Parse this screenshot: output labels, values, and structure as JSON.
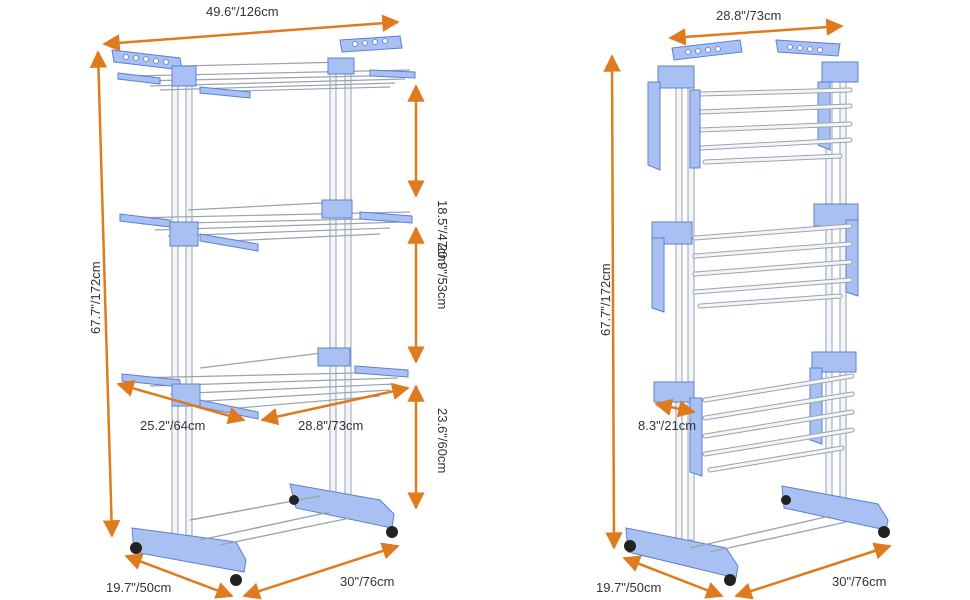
{
  "colors": {
    "frame": "#a9c1f2",
    "frame_stroke": "#5c7fd1",
    "rod": "#f3f5f8",
    "rod_stroke": "#9aa3b0",
    "arrow": "#e07a1f",
    "wheel": "#222222"
  },
  "left_view": {
    "top_width": "49.6\"/126cm",
    "height": "67.7\"/172cm",
    "gap_top": "18.5\"/47cm",
    "gap_middle": "20.9\"/53cm",
    "gap_bottom": "23.6\"/60cm",
    "shelf_depth": "25.2\"/64cm",
    "shelf_width": "28.8\"/73cm",
    "base_depth": "19.7\"/50cm",
    "base_width": "30\"/76cm"
  },
  "right_view": {
    "top_width": "28.8\"/73cm",
    "height": "67.7\"/172cm",
    "wing_depth": "8.3\"/21cm",
    "base_depth": "19.7\"/50cm",
    "base_width": "30\"/76cm"
  }
}
